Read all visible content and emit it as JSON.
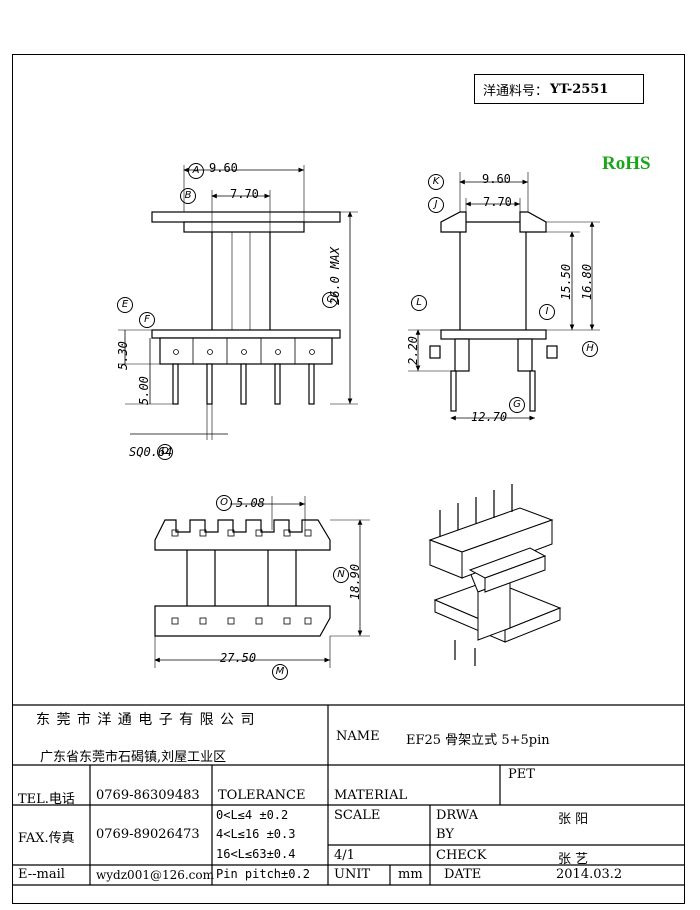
{
  "part_label": "洋通料号：",
  "part_number": "YT-2551",
  "rohs": "RoHS",
  "dims": {
    "A": "9.60",
    "B": "7.70",
    "C": "26.0 MAX",
    "D": "SQ0.64",
    "E": "5.30",
    "F": "5.00",
    "K": "9.60",
    "J": "7.70",
    "I": "15.50",
    "H": "16.80",
    "L": "2.20",
    "G": "12.70",
    "O": "5.08",
    "N": "18.90",
    "M": "27.50"
  },
  "markers": {
    "A": "A",
    "B": "B",
    "C": "C",
    "D": "D",
    "E": "E",
    "F": "F",
    "G": "G",
    "H": "H",
    "I": "I",
    "J": "J",
    "K": "K",
    "L": "L",
    "M": "M",
    "N": "N",
    "O": "O"
  },
  "title_block": {
    "company": "东 莞 市 洋 通 电 子 有 限 公 司",
    "address": "广东省东莞市石碣镇,刘屋工业区",
    "name_label": "NAME",
    "name_value": "EF25 骨架立式 5+5pin",
    "material_value": "PET",
    "tel_label": "TEL.电话",
    "tel_value": "0769-86309483",
    "tolerance_label": "TOLERANCE",
    "material_label": "MATERIAL",
    "fax_label": "FAX.传真",
    "fax_value": "0769-89026473",
    "tol_lines": [
      "0<L≤4   ±0.2",
      "4<L≤16  ±0.3",
      "16<L≤63±0.4",
      "Pin pitch±0.2"
    ],
    "scale_label": "SCALE",
    "scale_value": "4/1",
    "drwa_label": "DRWA",
    "by_label": "BY",
    "drwa_value": "张  阳",
    "check_label": "CHECK",
    "check_value": "张  艺",
    "email_label": "E--mail",
    "email_value": "wydz001@126.com",
    "unit_label": "UNIT",
    "unit_value": "mm",
    "date_label": "DATE",
    "date_value": "2014.03.2"
  }
}
